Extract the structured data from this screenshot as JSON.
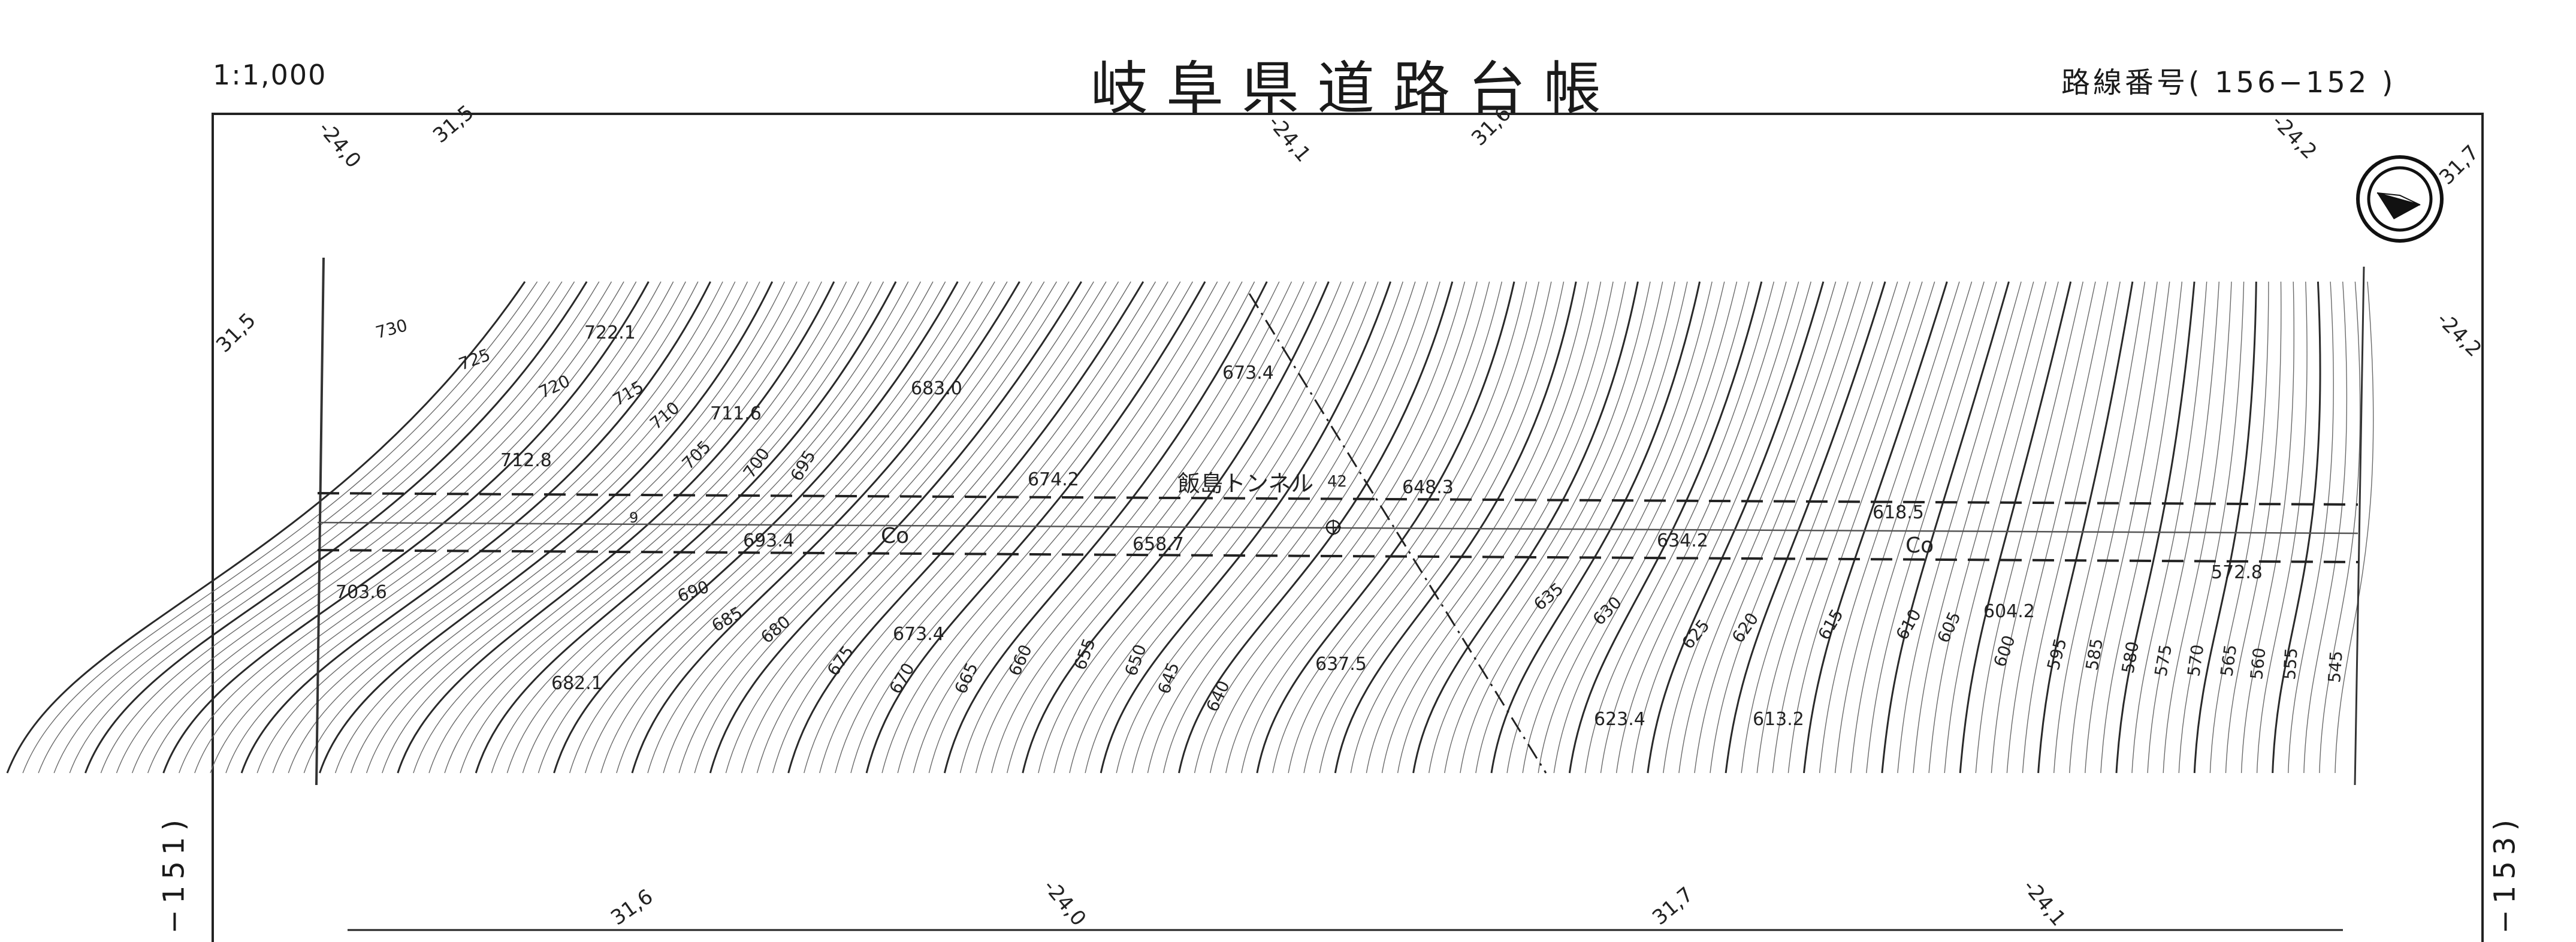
{
  "header": {
    "scale": "1:1,000",
    "title": "岐阜県道路台帳",
    "route_label": "路線番号(",
    "route_number": "156−152",
    "route_close": ")"
  },
  "side_labels": {
    "left": "−151)",
    "right": "−153)"
  },
  "colors": {
    "ink": "#222222",
    "contour_major": "#2a2a2a",
    "contour_minor": "#6a6a6a",
    "paper": "#ffffff"
  },
  "map": {
    "grid_labels": [
      "-24,0",
      "31,5",
      "-24,1",
      "31,6",
      "-24,2",
      "31,7",
      "31,5",
      "-24,2",
      "31,6",
      "-24,0",
      "31,7",
      "-24,1"
    ],
    "north_arrow": "north-arrow-icon",
    "tunnel_name": "飯島トンネル",
    "tunnel_mark": "42",
    "surface_labels": [
      "Co",
      "Co"
    ],
    "spot_heights": [
      "722.1",
      "683.0",
      "673.4",
      "711.6",
      "712.8",
      "674.2",
      "648.3",
      "693.4",
      "658.7",
      "634.2",
      "618.5",
      "572.8",
      "703.6",
      "673.4",
      "637.5",
      "604.2",
      "682.1",
      "623.4",
      "613.2"
    ],
    "contour_labels": [
      "730",
      "725",
      "720",
      "715",
      "710",
      "705",
      "700",
      "695",
      "690",
      "685",
      "680",
      "675",
      "670",
      "665",
      "660",
      "655",
      "650",
      "645",
      "640",
      "635",
      "630",
      "625",
      "620",
      "615",
      "610",
      "605",
      "600",
      "595",
      "585",
      "580",
      "575",
      "570",
      "565",
      "560",
      "555",
      "545"
    ],
    "misc_labels": [
      "9"
    ]
  }
}
